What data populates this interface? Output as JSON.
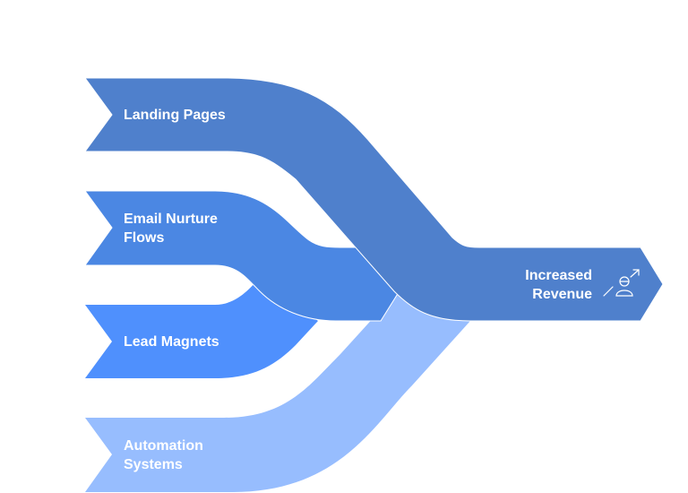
{
  "diagram": {
    "type": "converging-flow",
    "inputs": [
      {
        "label_line1": "Landing Pages",
        "label_line2": "",
        "color": "#4f80cc"
      },
      {
        "label_line1": "Email Nurture",
        "label_line2": "Flows",
        "color": "#4b87e3"
      },
      {
        "label_line1": "Lead Magnets",
        "label_line2": "",
        "color": "#4f90fd"
      },
      {
        "label_line1": "Automation",
        "label_line2": "Systems",
        "color": "#97bdfe"
      }
    ],
    "output": {
      "label_line1": "Increased",
      "label_line2": "Revenue",
      "color": "#4f80cc",
      "icon": "person-growth-arrow-icon"
    },
    "separator_color": "#ffffff"
  }
}
